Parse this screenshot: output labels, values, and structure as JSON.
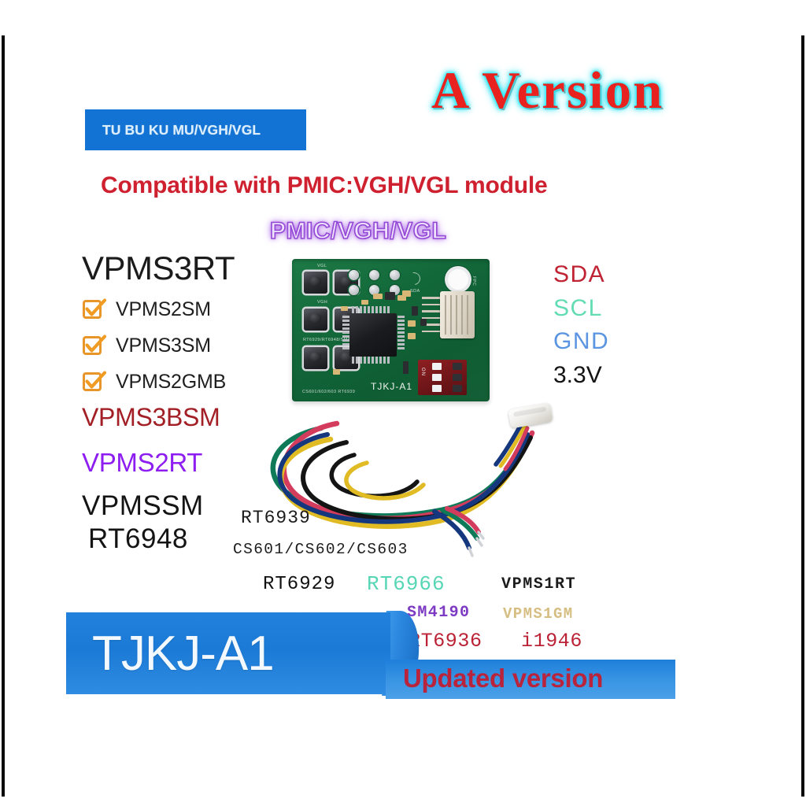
{
  "frame": {
    "background_color": "#ffffff",
    "edge_bar_color": "#080808"
  },
  "header": {
    "tag_label": "TU BU KU MU/VGH/VGL",
    "tag_bg_color": "#1273d4",
    "tag_text_color": "#ddeefc",
    "version_title": "A Version",
    "version_text_color": "#e8231f",
    "version_glow_color": "#2ef2ff",
    "compat_headline": "Compatible with PMIC:VGH/VGL module",
    "compat_color": "#cf2030"
  },
  "board_label": {
    "text": "PMIC/VGH/VGL",
    "color": "#9448d6"
  },
  "compat_list": {
    "title": "VPMS3RT",
    "checked_items": [
      {
        "label": "VPMS2SM",
        "icon": "checkbox-checked-icon"
      },
      {
        "label": "VPMS3SM",
        "icon": "checkbox-checked-icon"
      },
      {
        "label": "VPMS2GMB",
        "icon": "checkbox-checked-icon"
      }
    ],
    "checkbox_color": "#e8962a",
    "extra_items": [
      {
        "label": "VPMS3BSM",
        "color": "#a31f26"
      },
      {
        "label": "VPMS2RT",
        "color": "#8d1df0"
      },
      {
        "label": "VPMSSM",
        "color": "#141414"
      },
      {
        "label": "RT6948",
        "color": "#141414"
      }
    ]
  },
  "pinout": {
    "items": [
      {
        "label": "SDA",
        "color": "#c02333"
      },
      {
        "label": "SCL",
        "color": "#63dcb6"
      },
      {
        "label": "GND",
        "color": "#5b94e0"
      },
      {
        "label": "3.3V",
        "color": "#141414"
      }
    ]
  },
  "chip_names": {
    "rt6939": "RT6939",
    "cs_series": "CS601/CS602/CS603",
    "rt6929": "RT6929",
    "rt6966": "RT6966",
    "vpms1rt": "VPMS1RT",
    "sm4190": "SM4190",
    "vpms1gm": "VPMS1GM",
    "rt6936": "RT6936",
    "i1946": "i1946",
    "colors": {
      "rt6966": "#56d6b4",
      "sm4190": "#7d3bc4",
      "vpms1gm": "#d6be82",
      "rt6936": "#bb2235",
      "i1946": "#bb2235"
    }
  },
  "pcb": {
    "silkscreen_brand": "TJKJ-A1",
    "silk_vgl": "VGL",
    "silk_vgh": "VGH",
    "silk_sda": "SDA",
    "silk_fpc": "FPC",
    "silk_bottom": "CS601/602/603 RT6939",
    "silk_mid": "RT6929/RT6948/SM4190",
    "dip_on": "ON",
    "solder_mask_color": "#13693a"
  },
  "cable": {
    "wire_colors": [
      "#0e7a58",
      "#d43c5e",
      "#e0bb24",
      "#141414",
      "#15377e"
    ],
    "connector": "jst-connector-white"
  },
  "footer": {
    "banner_label": "TJKJ-A1",
    "banner_bg_color": "#1b7ad6",
    "banner_text_color": "#f4f9ff",
    "strip_label": "Updated version",
    "strip_bg_color": "#3a95e4",
    "strip_text_color": "#b9243c"
  }
}
